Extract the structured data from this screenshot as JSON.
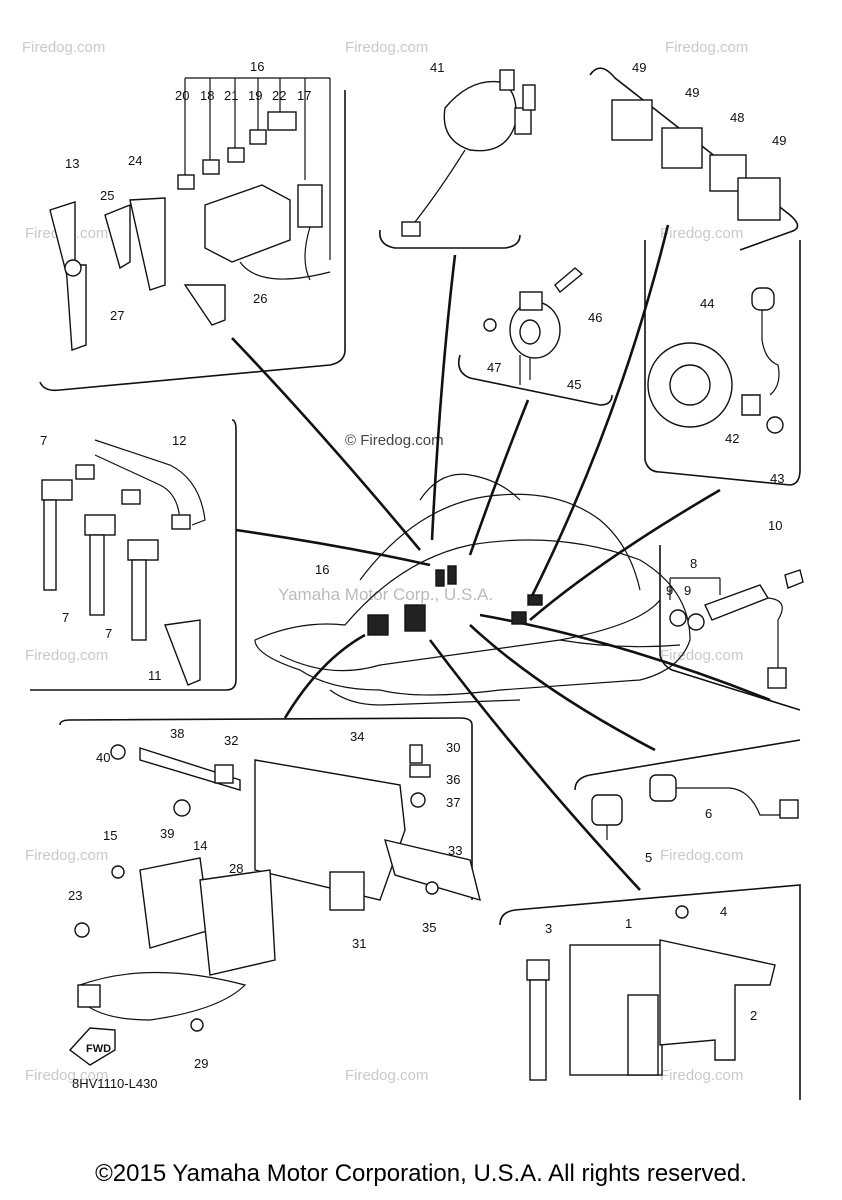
{
  "watermark": "Firedog.com",
  "watermark_center": "© Firedog.com",
  "center_watermark": "Yamaha Motor Corp., U.S.A.",
  "diagram_code": "8HV1110-L430",
  "fwd_label": "FWD",
  "copyright": "©2015 Yamaha Motor Corporation, U.S.A. All rights reserved.",
  "callouts": [
    "1",
    "2",
    "3",
    "4",
    "5",
    "6",
    "7",
    "8",
    "9",
    "10",
    "11",
    "12",
    "13",
    "14",
    "15",
    "16",
    "17",
    "18",
    "19",
    "20",
    "21",
    "22",
    "23",
    "24",
    "25",
    "26",
    "27",
    "28",
    "29",
    "30",
    "31",
    "32",
    "33",
    "34",
    "35",
    "36",
    "37",
    "38",
    "39",
    "40",
    "41",
    "42",
    "43",
    "44",
    "45",
    "46",
    "47",
    "48",
    "49"
  ]
}
